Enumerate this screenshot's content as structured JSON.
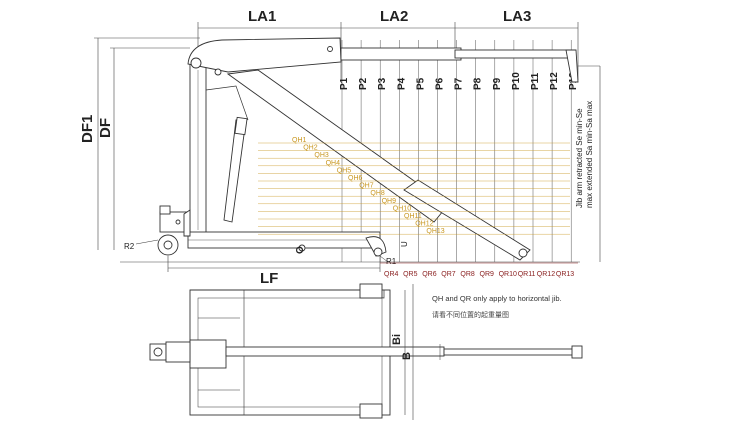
{
  "dimensions": {
    "la1": "LA1",
    "la2": "LA2",
    "la3": "LA3",
    "df1": "DF1",
    "df": "DF",
    "lf": "LF",
    "bi": "Bi",
    "b": "B",
    "r1": "R1",
    "r2": "R2",
    "o": "O",
    "u": "U"
  },
  "p_labels": [
    "P1",
    "P2",
    "P3",
    "P4",
    "P5",
    "P6",
    "P7",
    "P8",
    "P9",
    "P10",
    "P11",
    "P12",
    "P13"
  ],
  "qh_labels": [
    "QH1",
    "QH2",
    "QH3",
    "QH4",
    "QH5",
    "QH6",
    "QH7",
    "QH8",
    "QH9",
    "QH10",
    "QH11",
    "QH12",
    "QH13"
  ],
  "qr_labels": [
    "QR4",
    "QR5",
    "QR6",
    "QR7",
    "QR8",
    "QR9",
    "QR10",
    "QR11",
    "QR12",
    "QR13"
  ],
  "side_notes": {
    "line1": "Jib arm retracted Se min-Se",
    "line2": "max extended Sa min-Sa max"
  },
  "notes": {
    "en": "QH and QR only apply to horizontal jib.",
    "cn": "请看不同位置的起重量图"
  },
  "colors": {
    "qh": "#c8961e",
    "qr": "#8a2020",
    "line": "#333333"
  }
}
